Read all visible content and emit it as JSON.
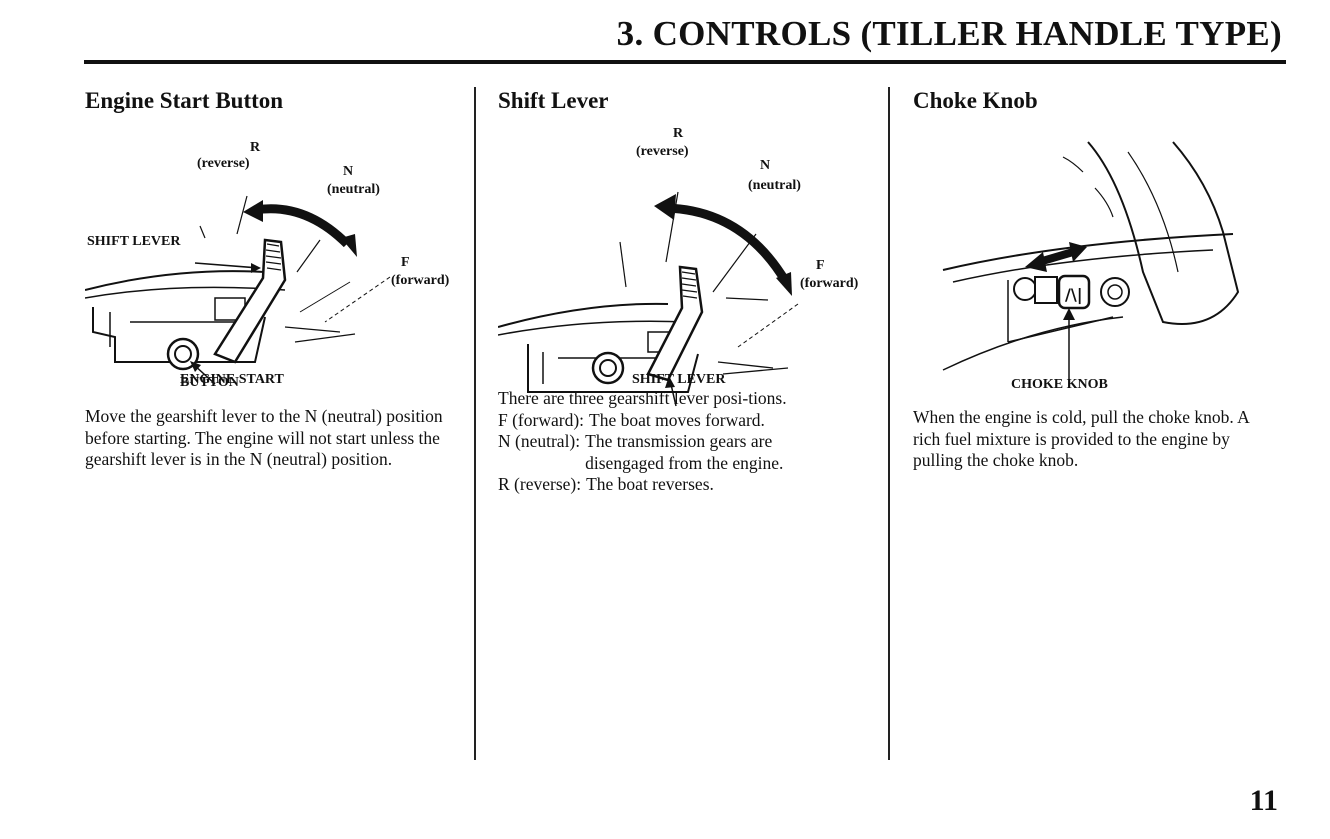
{
  "header": {
    "title": "3. CONTROLS (TILLER HANDLE TYPE)"
  },
  "page_number": "11",
  "sections": [
    {
      "heading": "Engine Start Button",
      "figure_labels": {
        "r": "R",
        "r_sub": "(reverse)",
        "n": "N",
        "n_sub": "(neutral)",
        "f": "F",
        "f_sub": "(forward)",
        "shift_lever": "SHIFT LEVER",
        "engine_start_1": "ENGINE START",
        "engine_start_2": "BUTTON"
      },
      "body": "Move the gearshift lever to the N (neutral) position before starting.  The engine will not start unless the gearshift lever is in the N (neutral) position."
    },
    {
      "heading": "Shift Lever",
      "figure_labels": {
        "r": "R",
        "r_sub": "(reverse)",
        "n": "N",
        "n_sub": "(neutral)",
        "f": "F",
        "f_sub": "(forward)",
        "shift_lever": "SHIFT LEVER"
      },
      "intro": "There are three gearshift lever posi-tions.",
      "positions": [
        {
          "key": "F (forward):",
          "desc": "The boat moves forward."
        },
        {
          "key": "N (neutral):",
          "desc": "The transmission gears are disengaged from the engine."
        },
        {
          "key": "R (reverse):",
          "desc": "The boat reverses."
        }
      ]
    },
    {
      "heading": "Choke Knob",
      "figure_labels": {
        "choke_knob": "CHOKE KNOB"
      },
      "body": "When the engine is cold, pull the choke knob. A rich fuel mixture is provided to the engine by pulling the choke knob."
    }
  ]
}
